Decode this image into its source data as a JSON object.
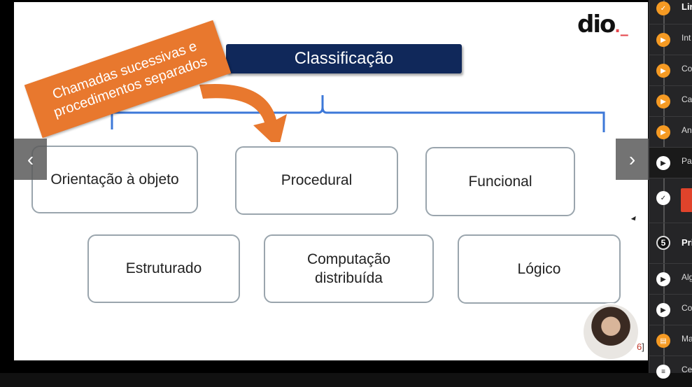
{
  "slide": {
    "logo_text": "dio",
    "logo_dot": "._",
    "title": "Classificação",
    "callout": "Chamadas sucessivas e procedimentos separados",
    "boxes_row1": [
      "Orientação à objeto",
      "Procedural",
      "Funcional"
    ],
    "boxes_row2": [
      "Estruturado",
      "Computação distribuída",
      "Lógico"
    ],
    "page_number_partial": "6",
    "page_number_bracket": "]",
    "colors": {
      "title_bg": "#10285a",
      "callout_bg": "#e8782e",
      "brace": "#3d78d8",
      "box_border": "#9aa5ad"
    }
  },
  "nav": {
    "prev_icon": "‹",
    "next_icon": "›"
  },
  "sidebar": {
    "section_4_title": "Lin",
    "items_top": [
      {
        "label": "Int",
        "icon": "play",
        "state": "orange"
      },
      {
        "label": "Co",
        "icon": "play",
        "state": "orange"
      },
      {
        "label": "Ca",
        "icon": "play",
        "state": "orange"
      },
      {
        "label": "An",
        "icon": "play",
        "state": "orange"
      },
      {
        "label": "Par",
        "icon": "play",
        "state": "white"
      }
    ],
    "section_5_number": "5",
    "section_5_title": "Pri",
    "items_bottom": [
      {
        "label": "Alg",
        "icon": "play",
        "state": "white"
      },
      {
        "label": "Co",
        "icon": "play",
        "state": "white"
      },
      {
        "label": "Ma",
        "icon": "doc",
        "state": "orange"
      },
      {
        "label": "Ce",
        "icon": "list",
        "state": "white"
      }
    ]
  }
}
